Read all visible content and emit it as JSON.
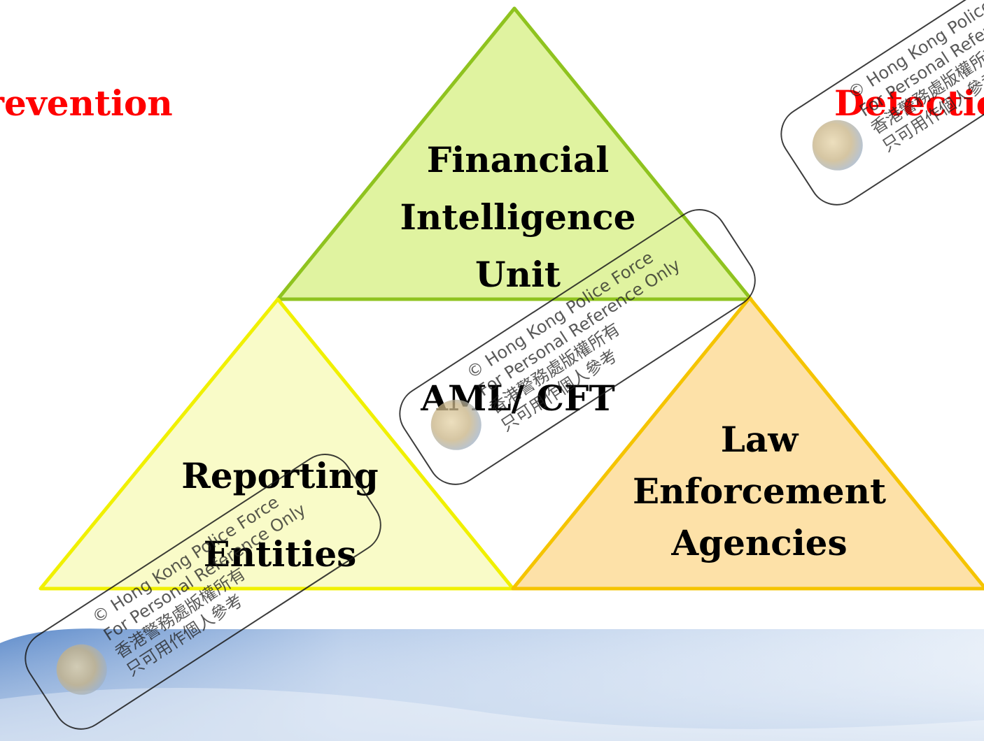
{
  "side_labels": {
    "left": "Prevention",
    "right": "Detection"
  },
  "triangles": {
    "top": {
      "lines": [
        "Financial",
        "Intelligence",
        "Unit"
      ],
      "fill": "#e0f3a0",
      "stroke": "#8fc31f"
    },
    "left": {
      "lines": [
        "Reporting",
        "Entities"
      ],
      "fill": "#f9fbc8",
      "stroke": "#f0f000"
    },
    "right": {
      "lines": [
        "Law",
        "Enforcement",
        "Agencies"
      ],
      "fill": "#fde1a8",
      "stroke": "#f5c400"
    }
  },
  "center_label": "AML/ CFT",
  "watermark": {
    "lines": [
      "© Hong Kong Police Force",
      "For Personal Reference Only",
      "香港警務處版權所有",
      "只可用作個人參考"
    ]
  },
  "colors": {
    "side_label": "#ff0000",
    "band_light": "#dde8f6",
    "band_dark": "#6f9bd2"
  }
}
